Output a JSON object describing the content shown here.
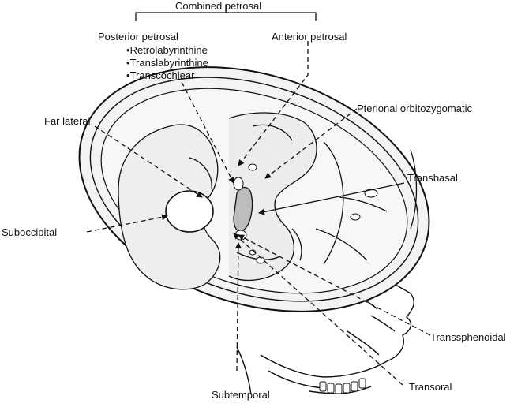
{
  "labels": {
    "combined_petrosal": "Combined petrosal",
    "posterior_petrosal": "Posterior petrosal",
    "posterior_subtypes": [
      "Retrolabyrinthine",
      "Translabyrinthine",
      "Transcochlear"
    ],
    "anterior_petrosal": "Anterior petrosal",
    "pterional_orbitozygomatic": "Pterional orbitozygomatic",
    "far_lateral": "Far lateral",
    "transbasal": "Transbasal",
    "suboccipital": "Suboccipital",
    "transsphenoidal": "Transsphenoidal",
    "subtemporal": "Subtemporal",
    "transoral": "Transoral"
  },
  "colors": {
    "line": "#111111",
    "skull_fill": "#f3f3f3",
    "shade": "#bdbdbd"
  }
}
